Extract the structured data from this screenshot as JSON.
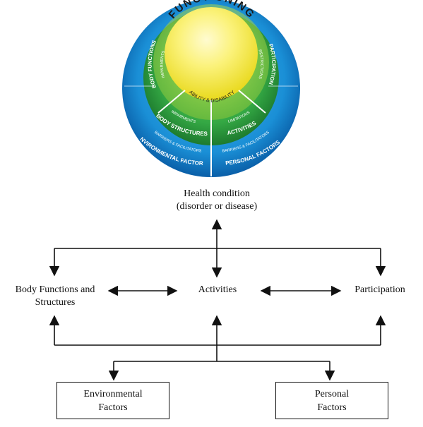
{
  "circle_diagram": {
    "title": "FUNCTIONING",
    "subtitle": "ABILITY & DISABILITY",
    "segments": {
      "body_functions": {
        "title": "BODY FUNCTIONS",
        "qualifier": "IMPAIRMENTS"
      },
      "participation": {
        "title": "PARTICIPATION",
        "qualifier": "RESTRICTIONS"
      },
      "body_structures": {
        "title": "BODY STRUCTURES",
        "qualifier": "IMPAIRMENTS"
      },
      "activities": {
        "title": "ACTIVITIES",
        "qualifier": "LIMITATIONS"
      },
      "environmental_factors": {
        "title": "ENVIRONMENTAL FACTORS",
        "qualifier": "BARRIERS & FACILITATORS"
      },
      "personal_factors": {
        "title": "PERSONAL FACTORS",
        "qualifier": "BARRIERS & FACILITATORS"
      }
    },
    "colors": {
      "outer_blue": "#1a8fd6",
      "outer_blue_dark": "#0a5fa8",
      "mid_green": "#34a844",
      "mid_green_dark": "#1d7a2e",
      "inner_lime": "#9fd23a",
      "core_yellow": "#f6ec3c",
      "core_highlight": "#fffbd0"
    }
  },
  "flow_diagram": {
    "health_condition": {
      "line1": "Health condition",
      "line2": "(disorder or disease)"
    },
    "body_functions": {
      "line1": "Body Functions and",
      "line2": "Structures"
    },
    "activities": "Activities",
    "participation": "Participation",
    "environmental_factors": {
      "line1": "Environmental",
      "line2": "Factors"
    },
    "personal_factors": {
      "line1": "Personal",
      "line2": "Factors"
    }
  }
}
